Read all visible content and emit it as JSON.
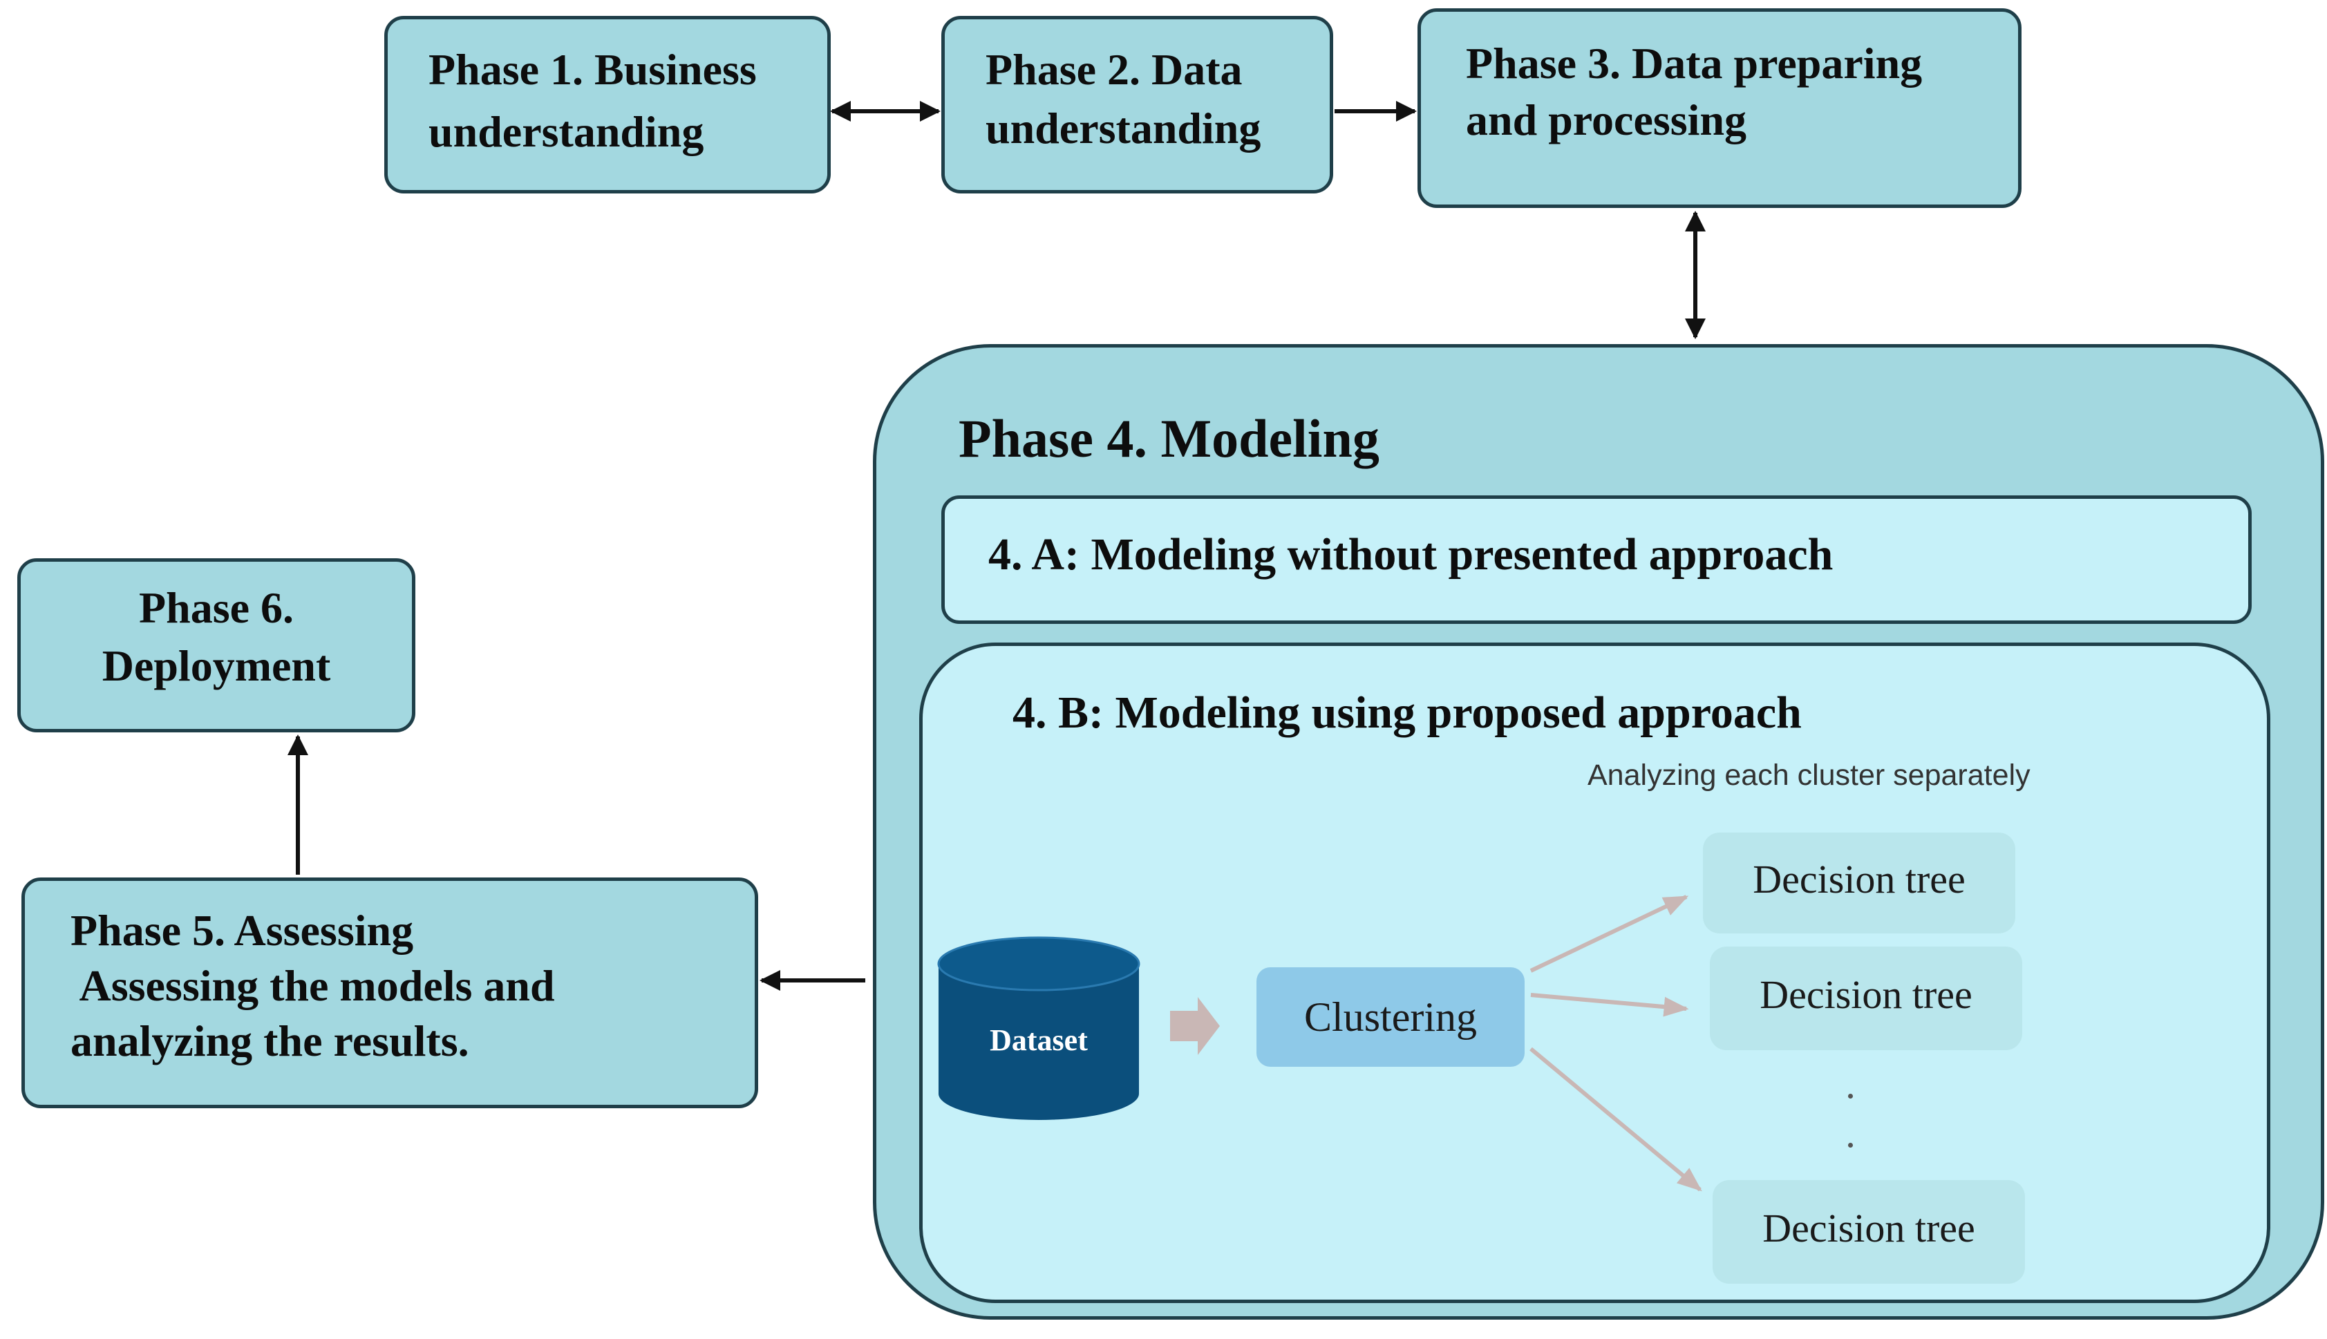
{
  "phase1": {
    "line1": "Phase 1. Business",
    "line2": "understanding"
  },
  "phase2": {
    "line1": "Phase 2. Data",
    "line2": "understanding"
  },
  "phase3": {
    "line1": "Phase 3. Data preparing",
    "line2": "and processing"
  },
  "phase4": {
    "title": "Phase 4. Modeling",
    "a_label": "4. A: Modeling without presented approach",
    "b_label": "4. B: Modeling using proposed approach",
    "note": "Analyzing each cluster separately",
    "dataset_label": "Dataset",
    "clustering_label": "Clustering",
    "decision_tree_labels": [
      "Decision tree",
      "Decision tree",
      "Decision tree"
    ]
  },
  "phase5": {
    "line1": "Phase 5. Assessing",
    "line2": " Assessing the models and",
    "line3": "analyzing the results."
  },
  "phase6": {
    "line1": "Phase 6.",
    "line2": "Deployment"
  },
  "colors": {
    "phase_fill": "#a3d8e0",
    "inner_fill": "#c6f1f9",
    "border": "#1f3f49",
    "dataset": "#0b4f7c",
    "clustering": "#8ec9e8",
    "decision_tree": "#b9e6ec",
    "soft_arrow": "#c9b7b5"
  }
}
